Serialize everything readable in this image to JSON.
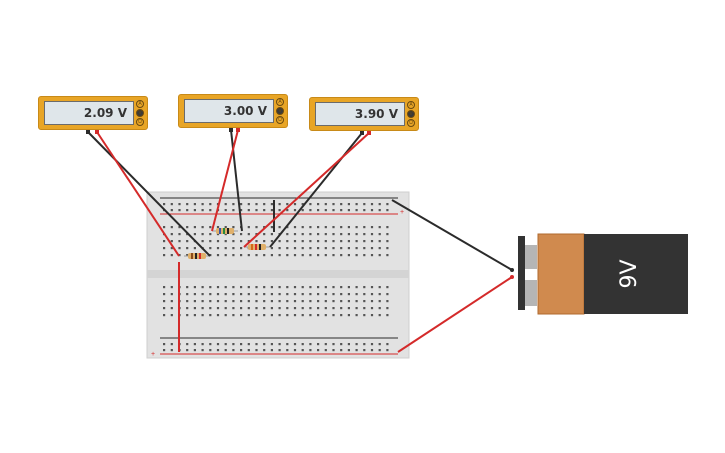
{
  "meters": [
    {
      "id": "meter-1",
      "reading": "2.09 V"
    },
    {
      "id": "meter-2",
      "reading": "3.00 V"
    },
    {
      "id": "meter-3",
      "reading": "3.90 V"
    }
  ],
  "meter_terminals": [
    "A",
    "V",
    "Ω"
  ],
  "battery": {
    "label": "9V"
  },
  "breadboard": {
    "rail_plus": "+",
    "rail_minus": "-"
  },
  "colors": {
    "meter_body": "#e8a526",
    "wire_red": "#d42a2a",
    "wire_black": "#2b2b2b",
    "battery_copper": "#d08a4e",
    "battery_body": "#333333",
    "breadboard": "#e2e2e2"
  }
}
